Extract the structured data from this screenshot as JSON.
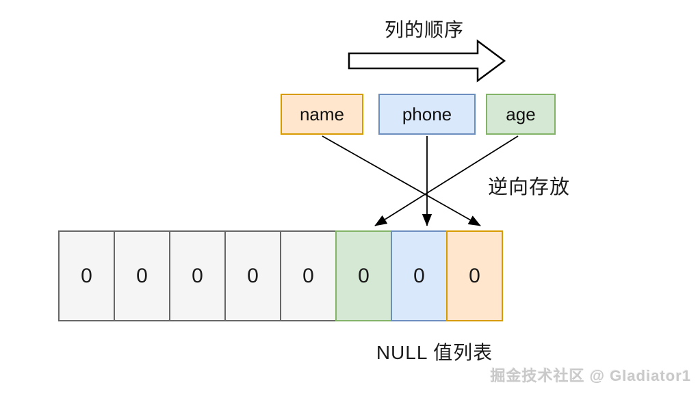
{
  "labels": {
    "column_order": "列的顺序",
    "reverse_storage": "逆向存放",
    "null_list": "NULL 值列表",
    "watermark": "掘金技术社区 @ Gladiator1"
  },
  "columns": [
    {
      "label": "name",
      "color_name": "orange",
      "fill": "#FFE6CC",
      "stroke": "#D79B00"
    },
    {
      "label": "phone",
      "color_name": "blue",
      "fill": "#DAE8FC",
      "stroke": "#6C8EBF"
    },
    {
      "label": "age",
      "color_name": "green",
      "fill": "#D5E8D4",
      "stroke": "#82B366"
    }
  ],
  "null_bitmap": {
    "cells": [
      {
        "value": "0",
        "color_name": "gray"
      },
      {
        "value": "0",
        "color_name": "gray"
      },
      {
        "value": "0",
        "color_name": "gray"
      },
      {
        "value": "0",
        "color_name": "gray"
      },
      {
        "value": "0",
        "color_name": "gray"
      },
      {
        "value": "0",
        "color_name": "green"
      },
      {
        "value": "0",
        "color_name": "blue"
      },
      {
        "value": "0",
        "color_name": "orange"
      }
    ]
  },
  "colors": {
    "gray_cell_fill": "#F5F5F5",
    "gray_cell_stroke": "#666666",
    "arrow_stroke": "#000000",
    "background": "#FFFFFF"
  }
}
